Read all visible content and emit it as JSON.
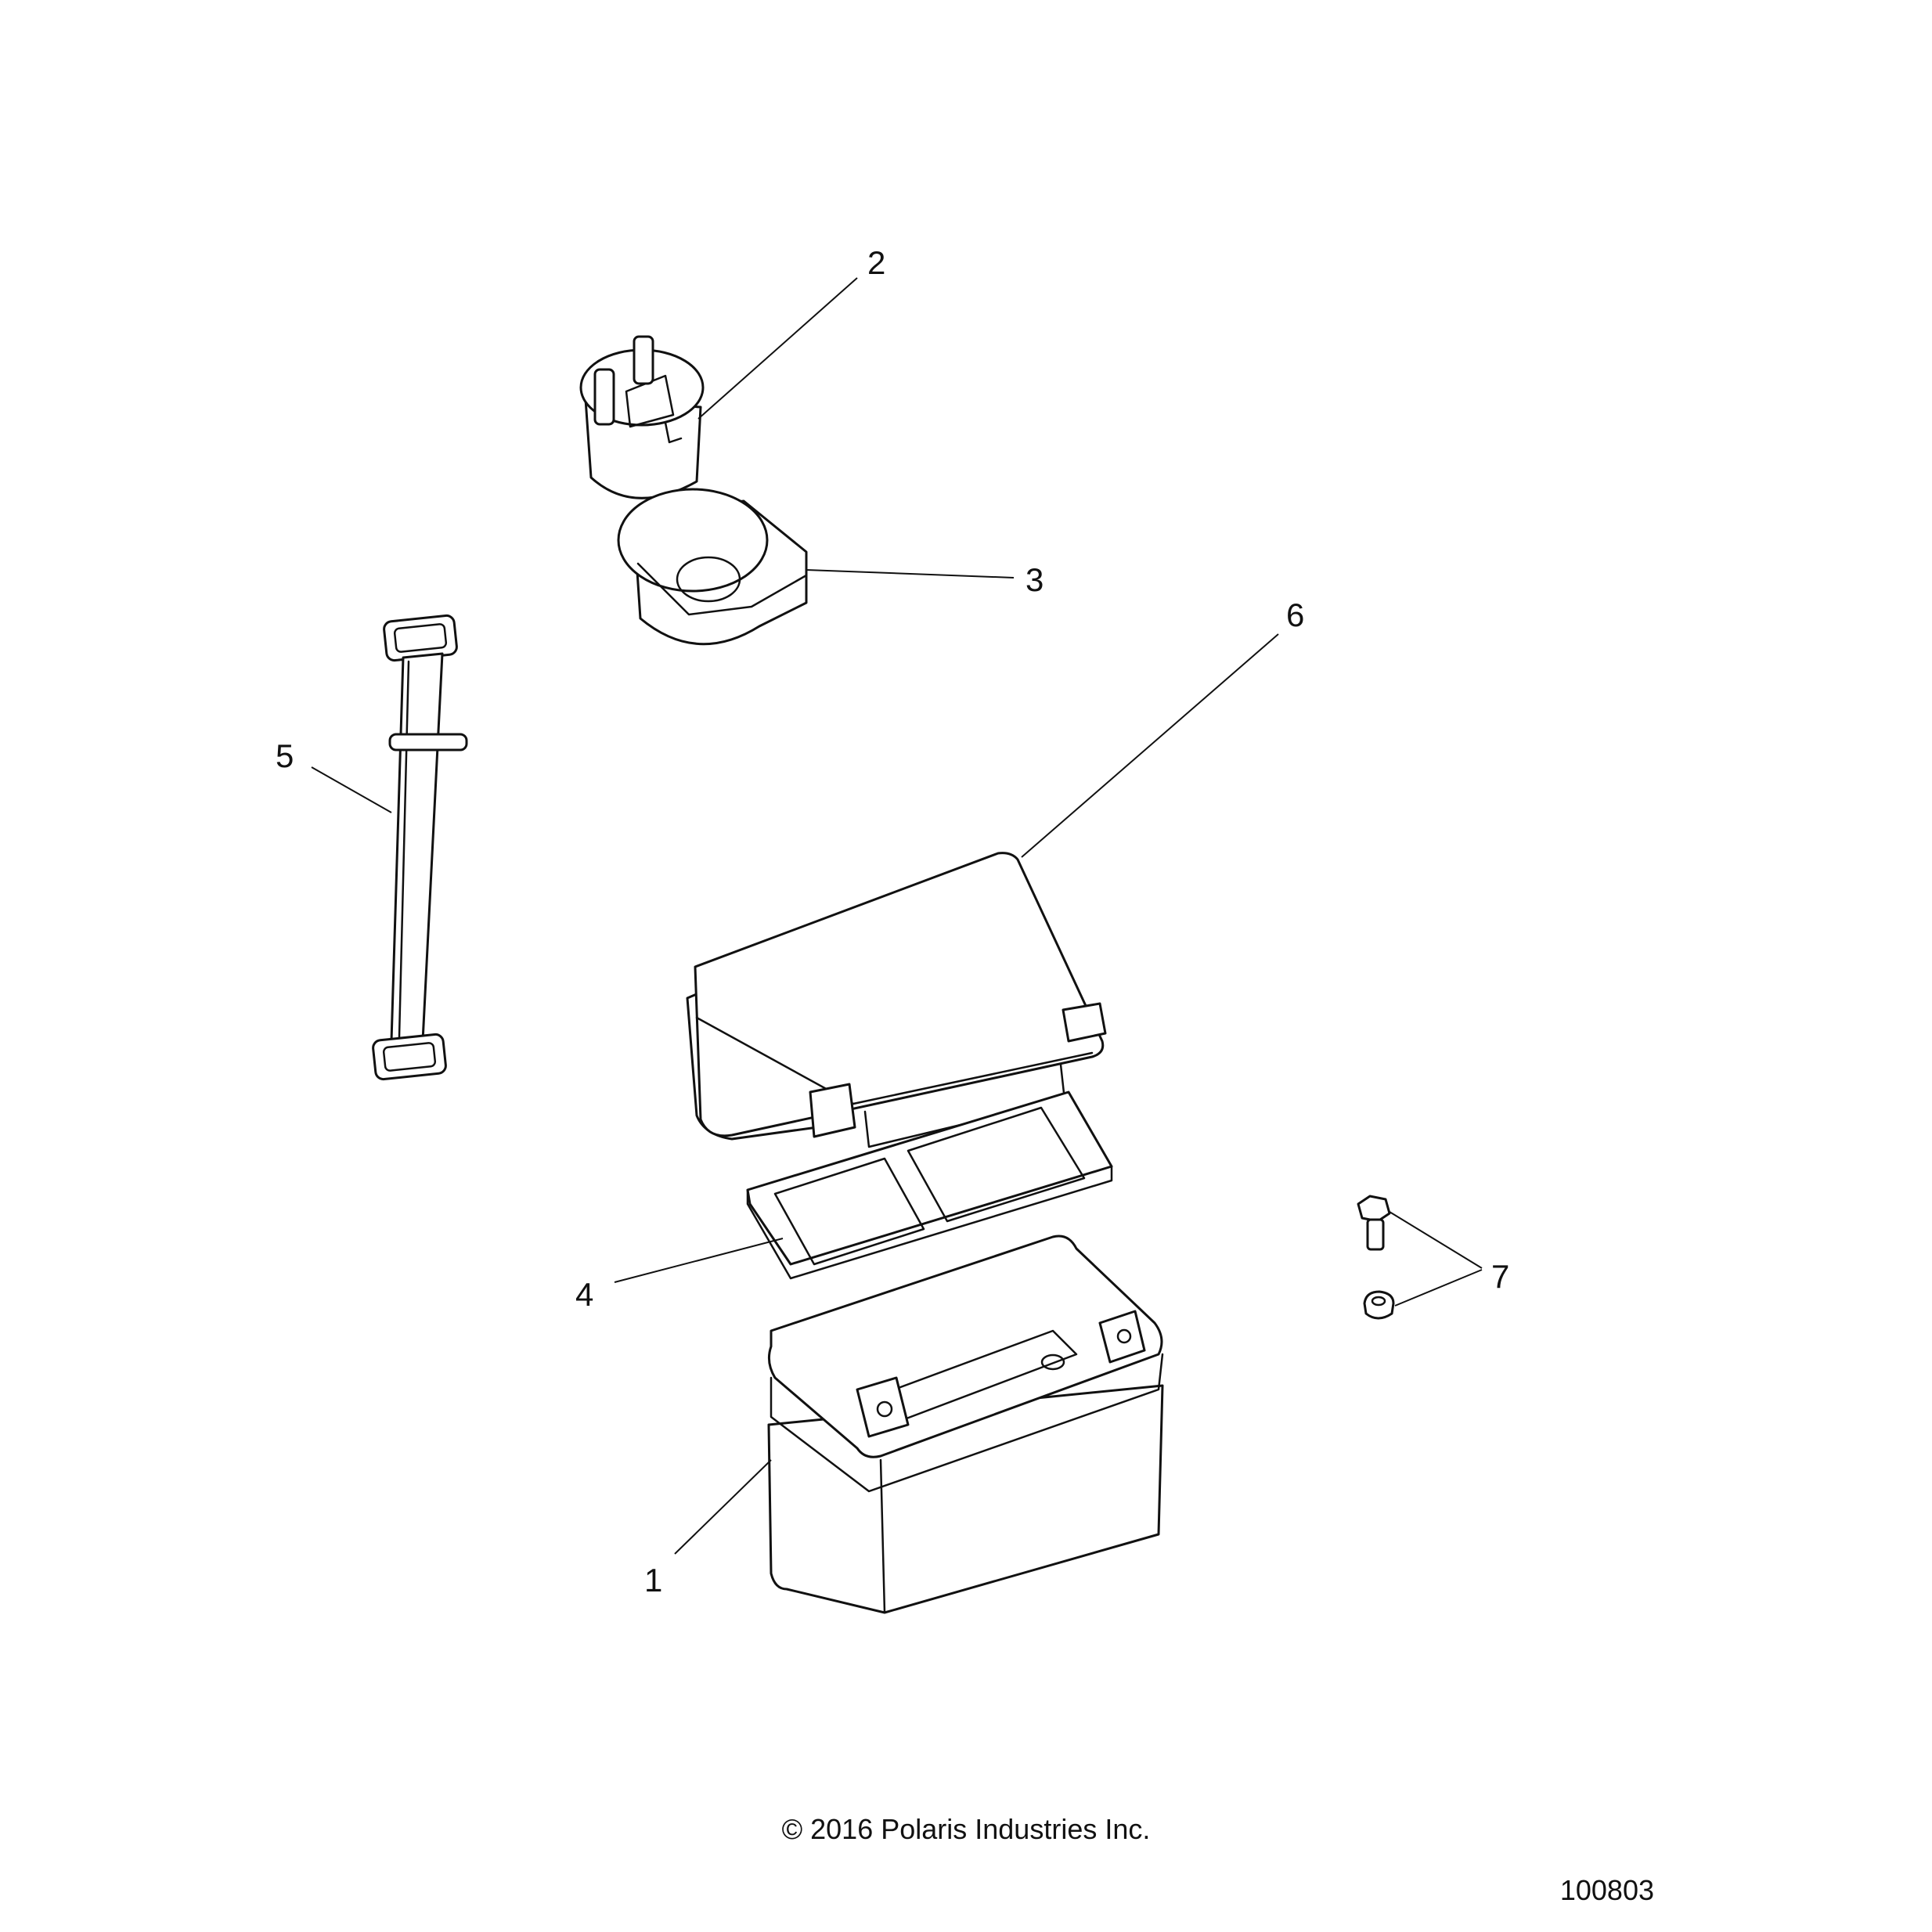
{
  "callouts": {
    "c1": "1",
    "c2": "2",
    "c3": "3",
    "c4": "4",
    "c5": "5",
    "c6": "6",
    "c7": "7"
  },
  "footer": {
    "copyright": "© 2016 Polaris Industries Inc.",
    "figure_id": "100803"
  }
}
